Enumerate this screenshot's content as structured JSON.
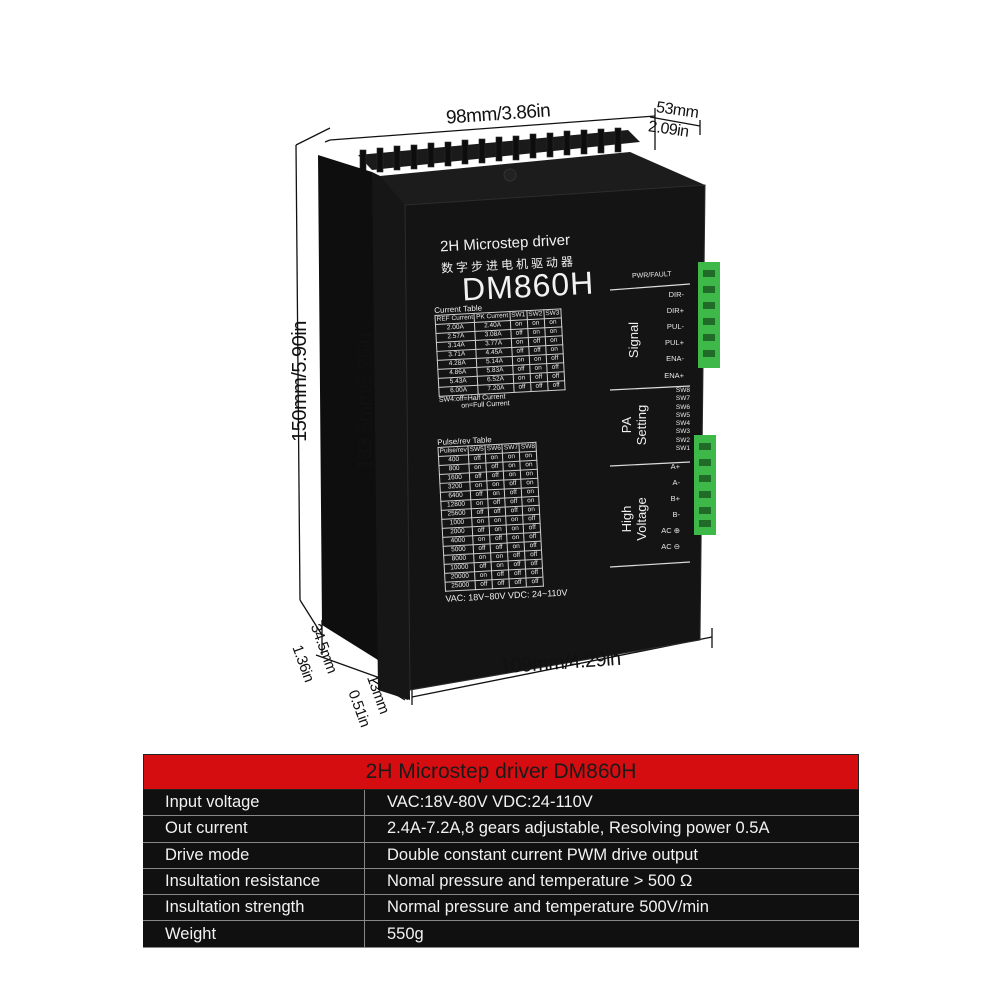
{
  "dimensions": {
    "width": "98mm/3.86in",
    "depth_mm": "53mm",
    "depth_in": "2.09in",
    "height": "150mm/5.90in",
    "height_inner": "133.5mm/5.26in",
    "mount_width": "109mm/4.29in",
    "flange_mm": "34.5mm",
    "flange_in": "1.36in",
    "foot_mm": "13mm",
    "foot_in": "0.51in"
  },
  "device": {
    "title": "2H Microstep driver",
    "subtitle_cn": "数字步进电机驱动器",
    "model": "DM860H",
    "current_table": {
      "title": "Current Table",
      "headers": [
        "REF Current",
        "PK Current",
        "SW1",
        "SW2",
        "SW3"
      ],
      "rows": [
        [
          "2.00A",
          "2.40A",
          "on",
          "on",
          "on"
        ],
        [
          "2.57A",
          "3.08A",
          "off",
          "on",
          "on"
        ],
        [
          "3.14A",
          "3.77A",
          "on",
          "off",
          "on"
        ],
        [
          "3.71A",
          "4.45A",
          "off",
          "off",
          "on"
        ],
        [
          "4.28A",
          "5.14A",
          "on",
          "on",
          "off"
        ],
        [
          "4.86A",
          "5.83A",
          "off",
          "on",
          "off"
        ],
        [
          "5.43A",
          "6.52A",
          "on",
          "off",
          "off"
        ],
        [
          "6.00A",
          "7.20A",
          "off",
          "off",
          "off"
        ]
      ],
      "note1": "SW4:off=Half Current",
      "note2": "on=Full Current"
    },
    "pulse_table": {
      "title": "Pulse/rev Table",
      "headers": [
        "Pulse/rev",
        "SW5",
        "SW6",
        "SW7",
        "SW8"
      ],
      "rows": [
        [
          "400",
          "off",
          "on",
          "on",
          "on"
        ],
        [
          "800",
          "on",
          "off",
          "on",
          "on"
        ],
        [
          "1600",
          "off",
          "off",
          "on",
          "on"
        ],
        [
          "3200",
          "on",
          "on",
          "off",
          "on"
        ],
        [
          "6400",
          "off",
          "on",
          "off",
          "on"
        ],
        [
          "12800",
          "on",
          "off",
          "off",
          "on"
        ],
        [
          "25600",
          "off",
          "off",
          "off",
          "on"
        ],
        [
          "1000",
          "on",
          "on",
          "on",
          "off"
        ],
        [
          "2000",
          "off",
          "on",
          "on",
          "off"
        ],
        [
          "4000",
          "on",
          "off",
          "on",
          "off"
        ],
        [
          "5000",
          "off",
          "off",
          "on",
          "off"
        ],
        [
          "8000",
          "on",
          "on",
          "off",
          "off"
        ],
        [
          "10000",
          "off",
          "on",
          "off",
          "off"
        ],
        [
          "20000",
          "on",
          "off",
          "off",
          "off"
        ],
        [
          "25000",
          "off",
          "off",
          "off",
          "off"
        ]
      ]
    },
    "voltage_note": "VAC: 18V~80V  VDC: 24~110V",
    "pwr_fault": "PWR/FAULT",
    "signal_group": "Signal",
    "signal_pins": [
      "DIR-",
      "DIR+",
      "PUL-",
      "PUL+",
      "ENA-",
      "ENA+"
    ],
    "pa_group_1": "PA",
    "pa_group_2": "Setting",
    "switch_pins": [
      "SW8",
      "SW7",
      "SW6",
      "SW5",
      "SW4",
      "SW3",
      "SW2",
      "SW1"
    ],
    "hv_group_1": "High",
    "hv_group_2": "Voltage",
    "hv_pins": [
      "A+",
      "A-",
      "B+",
      "B-",
      "AC ⊕",
      "AC ⊖"
    ]
  },
  "spec": {
    "title": "2H Microstep driver DM860H",
    "rows": [
      {
        "key": "Input voltage",
        "value": "VAC:18V-80V VDC:24-110V"
      },
      {
        "key": "Out current",
        "value": "2.4A-7.2A,8 gears adjustable, Resolving power 0.5A"
      },
      {
        "key": "Drive mode",
        "value": "Double constant current PWM drive output"
      },
      {
        "key": "Insultation resistance",
        "value": "Nomal pressure and temperature  > 500 Ω"
      },
      {
        "key": "Insultation strength",
        "value": "Normal pressure and temperature 500V/min"
      },
      {
        "key": "Weight",
        "value": "550g"
      }
    ]
  },
  "colors": {
    "header_red": "#d60d10",
    "device_black": "#111111",
    "terminal_green": "#3fb84a"
  }
}
